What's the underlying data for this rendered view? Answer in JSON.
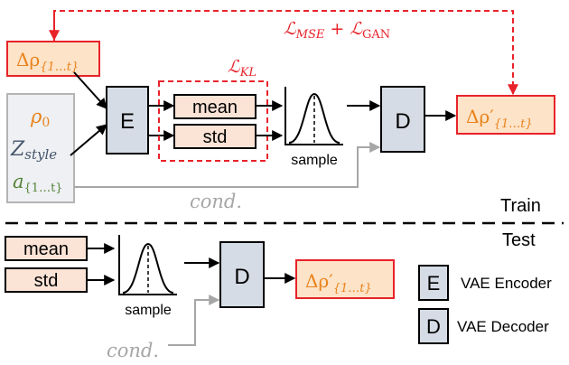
{
  "loss_top": "𝓛MSE + 𝓛GAN",
  "loss_top_parts": {
    "L1": "ℒ",
    "L1_sub": "MSE",
    "plus": "+",
    "L2": "ℒ",
    "L2_sub": "GAN"
  },
  "loss_kl": {
    "L": "ℒ",
    "sub": "KL"
  },
  "inputs": {
    "delta_rho": {
      "main": "Δρ",
      "sub": "{1…t}"
    },
    "rho0": {
      "main": "ρ",
      "sub": "0"
    },
    "zstyle": {
      "main": "Z",
      "sub": "style"
    },
    "action": {
      "main": "a",
      "sub": "{1…t}"
    }
  },
  "encoder_label": "E",
  "decoder_label": "D",
  "mean_label": "mean",
  "std_label": "std",
  "sample_label": "sample",
  "output": {
    "main": "Δρ′",
    "sub": "{1…t}"
  },
  "cond_label": "cond.",
  "train_label": "Train",
  "test_label": "Test",
  "legend": {
    "encoder_symbol": "E",
    "encoder_text": "VAE Encoder",
    "decoder_symbol": "D",
    "decoder_text": "VAE Decoder"
  },
  "colors": {
    "red": "#e8222a",
    "orange": "#e8821a",
    "orange_fill": "#fde3c8",
    "pink_fill": "#fbe3d6",
    "block_fill": "#d6dce5",
    "gray": "#a6a6a6",
    "blue_text": "#44546a",
    "green_text": "#548235"
  }
}
